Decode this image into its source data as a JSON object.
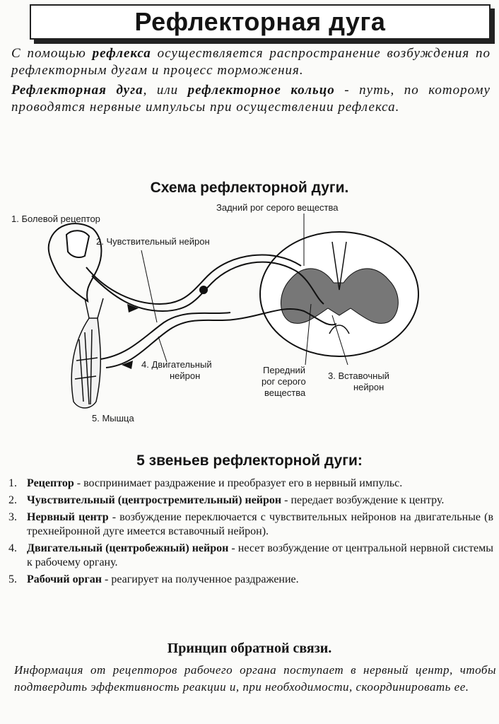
{
  "title": "Рефлекторная дуга",
  "intro": {
    "p1": {
      "a": "С помощью ",
      "b": "рефлекса",
      "c": " осуществляется распространение возбуждения по рефлекторным дугам и процесс торможения."
    },
    "p2": {
      "a": "Рефлекторная дуга",
      "b": ", или ",
      "c": "рефлекторное кольцо",
      "d": " - путь, по которому проводятся нервные импульсы при осуществлении рефлекса."
    }
  },
  "scheme": {
    "title": "Схема рефлекторной дуги.",
    "labels": {
      "receptor": "1. Болевой рецептор",
      "sensory": "2. Чувствительный нейрон",
      "dorsal_horn": "Задний рог серого вещества",
      "motor_1": "4. Двигательный",
      "motor_2": "нейрон",
      "ventral_1": "Передний",
      "ventral_2": "рог серого",
      "ventral_3": "вещества",
      "inter_1": "3. Вставочный",
      "inter_2": "нейрон",
      "muscle": "5. Мышца"
    }
  },
  "links": {
    "title": "5 звеньев рефлекторной дуги:",
    "items": [
      {
        "num": "1.",
        "term": "Рецептор",
        "text": " - воспринимает раздражение и преобразует его в нервный импульс."
      },
      {
        "num": "2.",
        "term": "Чувствительный (центростремительный) нейрон",
        "text": " - передает возбуждение к центру."
      },
      {
        "num": "3.",
        "term": "Нервный центр",
        "text": " - возбуждение переключается с чувствительных нейронов на двигательные (в трехнейронной дуге имеется вставочный нейрон)."
      },
      {
        "num": "4.",
        "term": "Двигательный (центробежный) нейрон",
        "text": " - несет возбуждение от центральной нервной системы к рабочему органу."
      },
      {
        "num": "5.",
        "term": "Рабочий орган",
        "text": " - реагирует на полученное раздражение."
      }
    ]
  },
  "feedback": {
    "title": "Принцип обратной связи.",
    "text": "Информация от рецепторов рабочего органа поступает в нервный центр, чтобы подтвердить эффективность реакции и, при необходимости, скоординировать ее."
  }
}
